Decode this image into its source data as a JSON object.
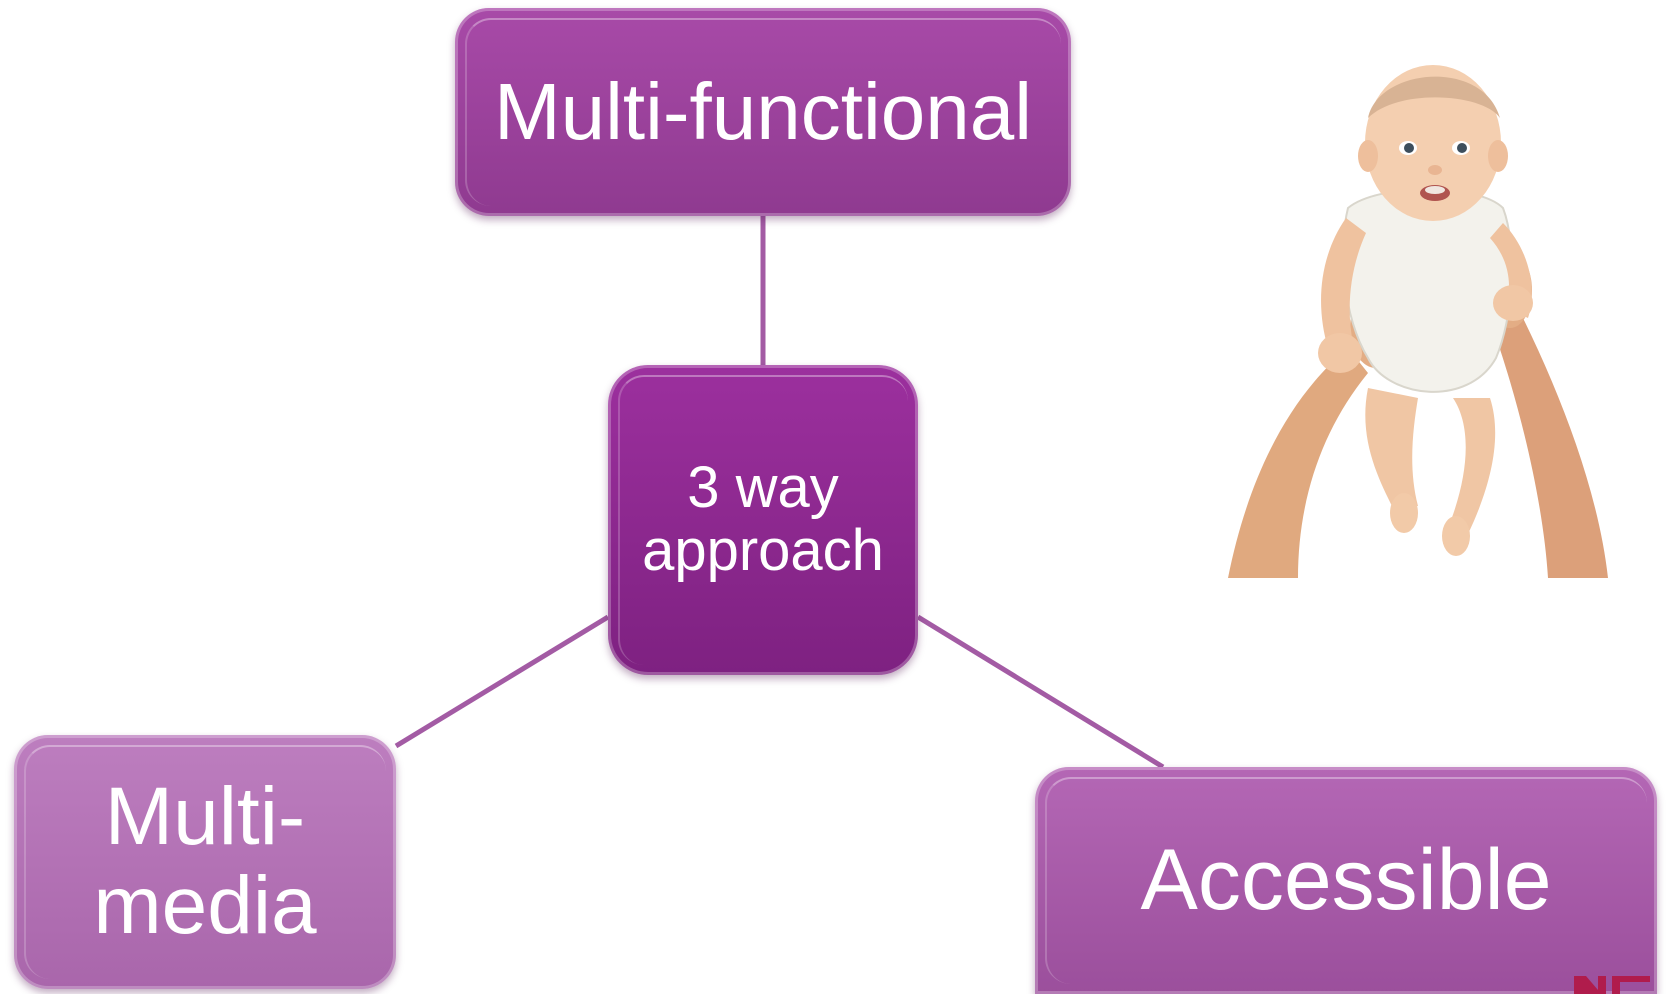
{
  "diagram": {
    "top_node": {
      "label": "Multi-functional"
    },
    "center_node": {
      "label": "3 way\napproach"
    },
    "left_node": {
      "label": "Multi-\nmedia"
    },
    "right_node": {
      "label": "Accessible"
    }
  },
  "colors": {
    "connector": "#a35ba4",
    "center": "#8d2a90",
    "top": "#9b429c",
    "left": "#b574b7",
    "right": "#a65ca7"
  },
  "icons": {
    "photo": "baby-photo",
    "logo": "corner-logo-icon"
  }
}
